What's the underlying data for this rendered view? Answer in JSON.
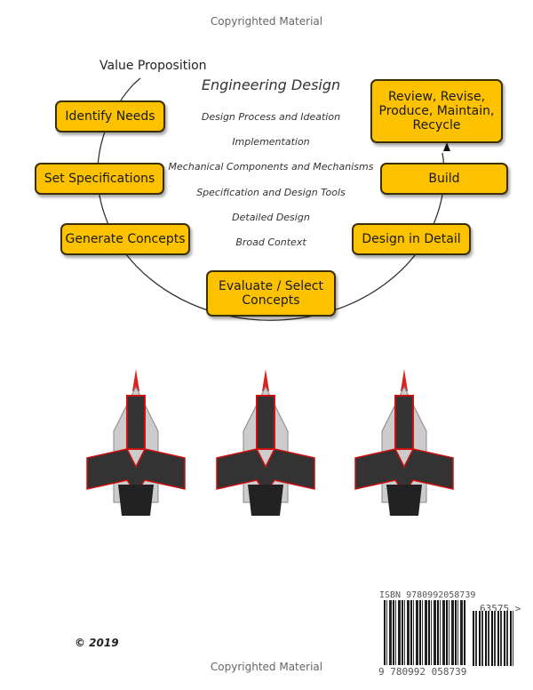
{
  "header": {
    "copyright_top": "Copyrighted Material"
  },
  "diagram": {
    "start_label": "Value Proposition",
    "title": "Engineering Design",
    "topics": [
      "Design Process and Ideation",
      "Implementation",
      "Mechanical Components and Mechanisms",
      "Specification and Design Tools",
      "Detailed Design",
      "Broad Context"
    ],
    "steps": {
      "identify": "Identify Needs",
      "specs": "Set Specifications",
      "generate": "Generate Concepts",
      "evaluate_1": "Evaluate / Select",
      "evaluate_2": "Concepts",
      "detail": "Design in Detail",
      "build": "Build",
      "review_1": "Review, Revise,",
      "review_2": "Produce, Maintain,",
      "review_3": "Recycle"
    },
    "box_color": "#fcc200"
  },
  "footer": {
    "year": "© 2019",
    "copyright_bottom": "Copyrighted Material",
    "isbn_label": "ISBN 9780992058739",
    "isbn_digits": "9 780992 058739",
    "price_code": "63575 >"
  }
}
